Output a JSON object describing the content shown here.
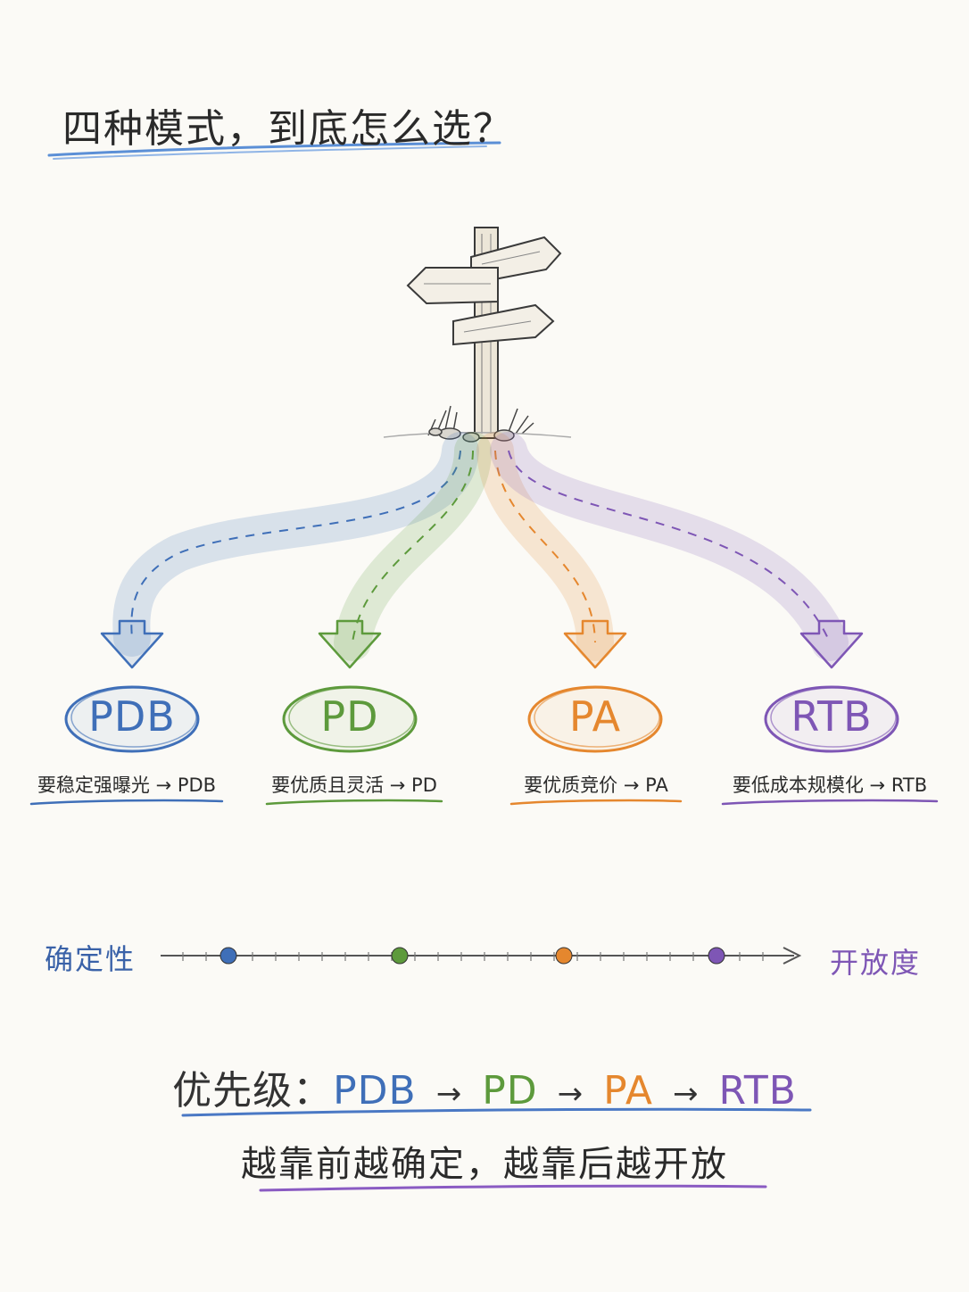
{
  "title": "四种模式，到底怎么选？",
  "modes": [
    {
      "id": "pdb",
      "label": "PDB",
      "pick": "要稳定强曝光 → PDB",
      "color": "#3f6fb8"
    },
    {
      "id": "pd",
      "label": "PD",
      "pick": "要优质且灵活 → PD",
      "color": "#5d9a3c"
    },
    {
      "id": "pa",
      "label": "PA",
      "pick": "要优质竞价 → PA",
      "color": "#e5872e"
    },
    {
      "id": "rtb",
      "label": "RTB",
      "pick": "要低成本规模化 → RTB",
      "color": "#7e56b5"
    }
  ],
  "axis": {
    "left_label": "确定性",
    "right_label": "开放度",
    "left_color": "#3a62a8",
    "right_color": "#7e56b5"
  },
  "priority": {
    "prefix": "优先级：",
    "items": [
      "PDB",
      "PD",
      "PA",
      "RTB"
    ],
    "separator": "→"
  },
  "summary": "越靠前越确定，越靠后越开放",
  "colors": {
    "ink": "#333333",
    "background": "#fbfaf6",
    "summary_underline": "#8a5bc2"
  }
}
